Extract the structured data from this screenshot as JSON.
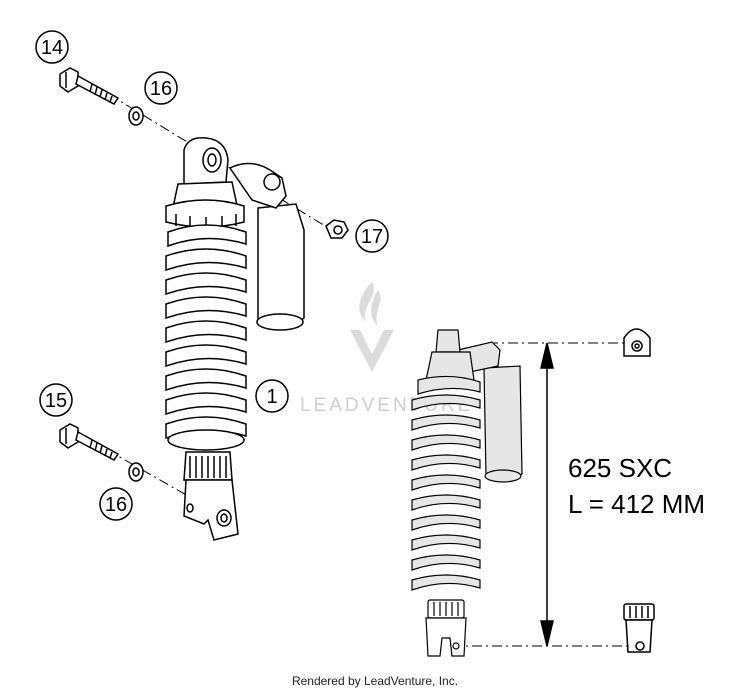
{
  "callouts": {
    "c14": "14",
    "c16a": "16",
    "c17": "17",
    "c1": "1",
    "c15": "15",
    "c16b": "16"
  },
  "spec": {
    "model": "625 SXC",
    "length": "L = 412 MM"
  },
  "watermark": {
    "text": "LEADVENTURE",
    "color": "#c9c9c9"
  },
  "footer": {
    "credit": "Rendered by LeadVenture, Inc."
  },
  "colors": {
    "line": "#000000",
    "part_fill": "#ffffff",
    "shade": "#e6e6e6"
  }
}
